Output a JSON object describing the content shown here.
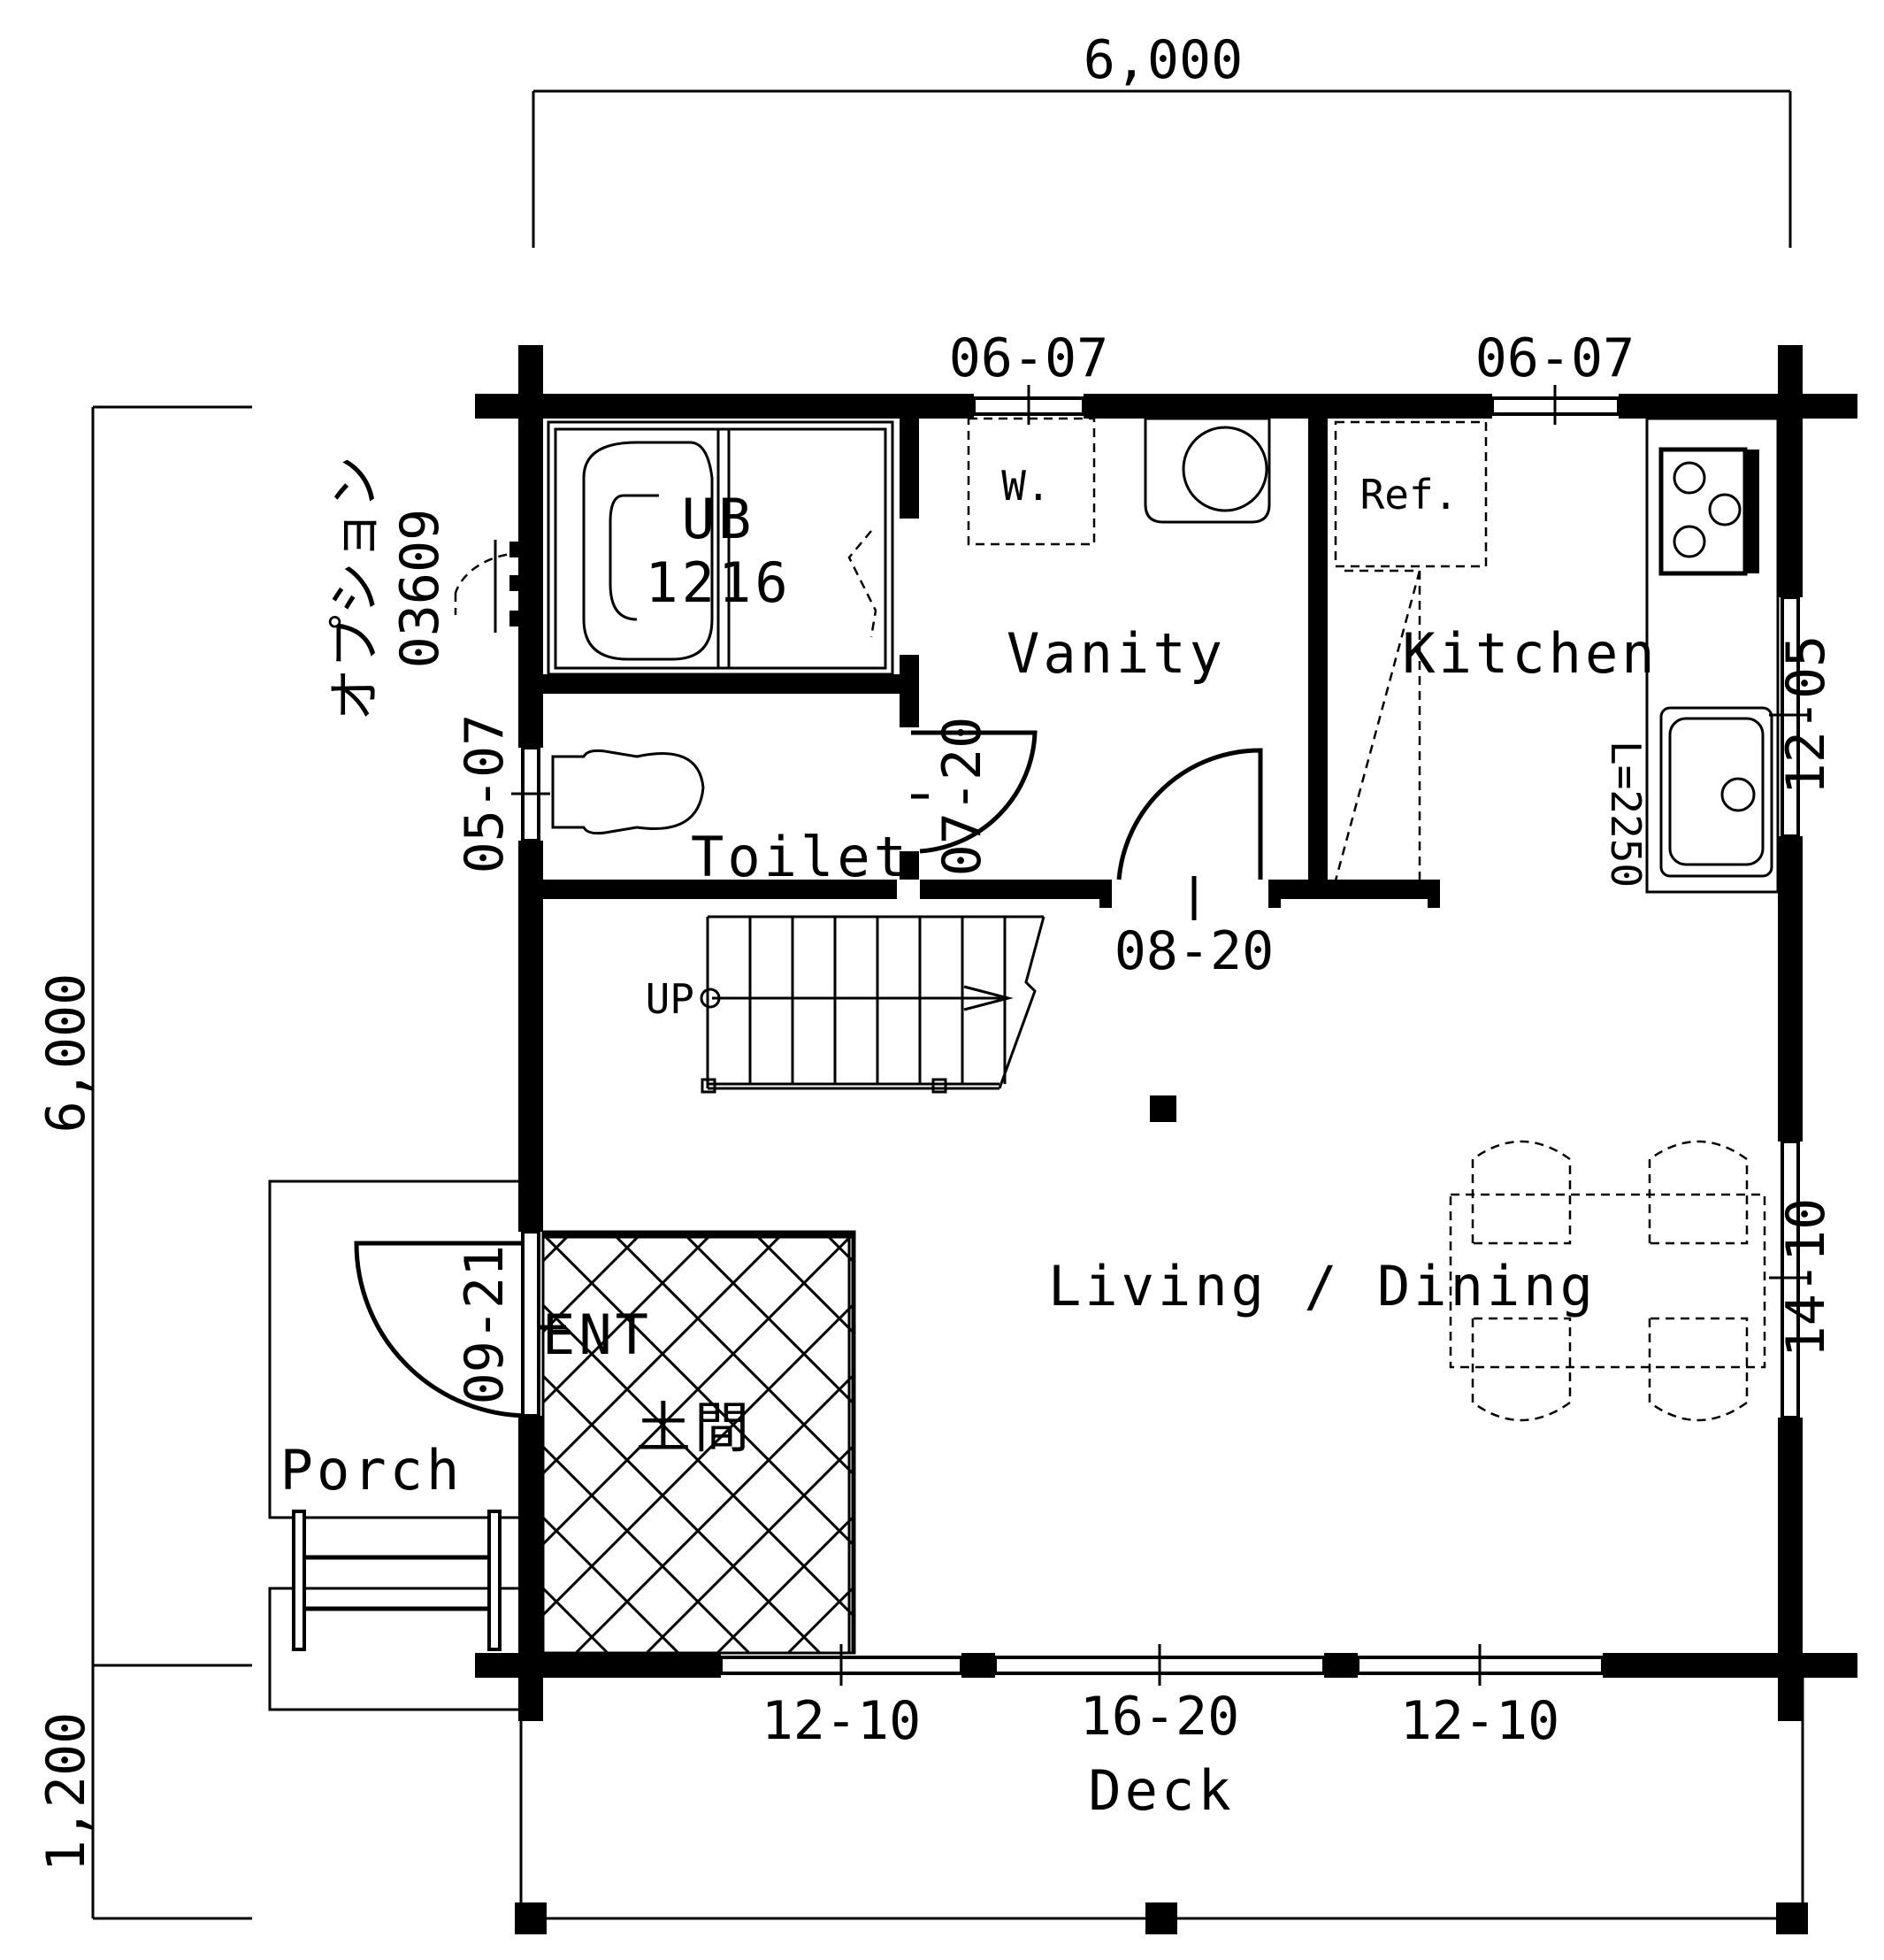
{
  "dimensions": {
    "top": "6,000",
    "left": "6,000",
    "left_bottom": "1,200"
  },
  "rooms": {
    "unit_bath_line1": "UB",
    "unit_bath_line2": "1216",
    "vanity": "Vanity",
    "kitchen": "Kitchen",
    "toilet": "Toilet",
    "living_dining": "Living / Dining",
    "entrance": "ENT",
    "doma": "土間",
    "porch": "Porch",
    "deck": "Deck"
  },
  "fixtures": {
    "washer": "W.",
    "refrigerator": "Ref.",
    "counter_length": "L=2250",
    "stair_up": "UP"
  },
  "openings": {
    "window_top_left": "06-07",
    "window_top_right": "06-07",
    "window_right_upper": "12-05",
    "window_right_lower": "14-10",
    "window_toilet": "05-07",
    "window_option_label": "オプション",
    "window_option_code": "03609",
    "door_toilet": "07-20",
    "door_vanity": "08-20",
    "door_entrance": "09-21",
    "window_bottom_left": "12-10",
    "window_bottom_center": "16-20",
    "window_bottom_right": "12-10"
  }
}
